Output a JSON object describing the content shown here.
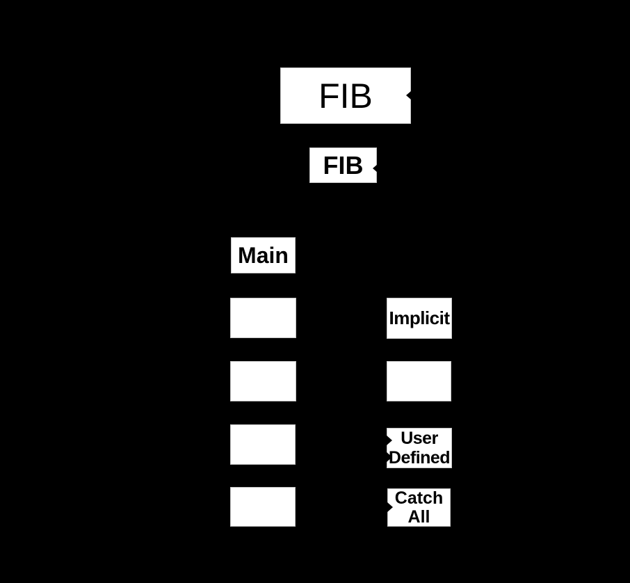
{
  "diagram": {
    "description": "FIB hierarchy diagram: FIB contains tables (Main plus unlabeled tables); tables contain route sources (Implicit, unlabeled, User Defined, Catch All)",
    "colors": {
      "background": "#000000",
      "node_fill": "#ffffff",
      "node_border": "#c4c4c4",
      "node_text": "#000000",
      "arrowhead": "#000000"
    },
    "nodes": {
      "fib_root": {
        "label": "FIB"
      },
      "fib_child": {
        "label": "FIB"
      },
      "main_table": {
        "label": "Main"
      },
      "table_2": {
        "label": ""
      },
      "table_3": {
        "label": ""
      },
      "table_4": {
        "label": ""
      },
      "table_5": {
        "label": ""
      },
      "source_implicit": {
        "label": "Implicit"
      },
      "source_2": {
        "label": ""
      },
      "source_user_defined": {
        "label": "User Defined",
        "line1": "User",
        "line2": "Defined"
      },
      "source_catch_all": {
        "label": "Catch All",
        "line1": "Catch",
        "line2": "All"
      }
    }
  }
}
